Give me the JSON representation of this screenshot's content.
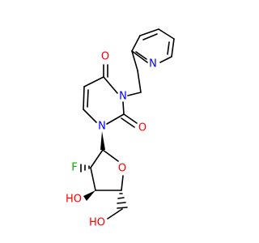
{
  "colors": {
    "bond": "#000000",
    "N": "#0000ff",
    "O": "#ff0000",
    "F": "#00b300"
  },
  "atoms": {
    "pyridine_n": "N",
    "imide_n": "N",
    "ring_n": "N",
    "carbonyl_o_top": "O",
    "carbonyl_o_right": "O",
    "ring_o": "O",
    "fluorine": "F",
    "hydroxyl_left": "HO",
    "hydroxyl_bottom": "HO"
  }
}
